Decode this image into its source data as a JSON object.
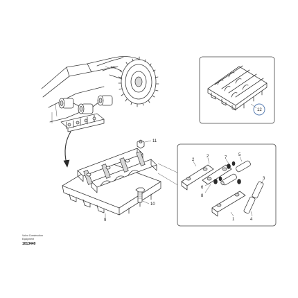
{
  "callouts": {
    "c1": "1",
    "c2": "2",
    "c3": "3",
    "c4": "4",
    "c5": "5",
    "c6": "6",
    "c7": "7",
    "c8": "8",
    "c9": "9",
    "c10": "10",
    "c11": "11",
    "c12": "12"
  },
  "footer": {
    "credit_line1": "Volvo Construction",
    "credit_line2": "Equipment",
    "doc_id": "1013440"
  }
}
